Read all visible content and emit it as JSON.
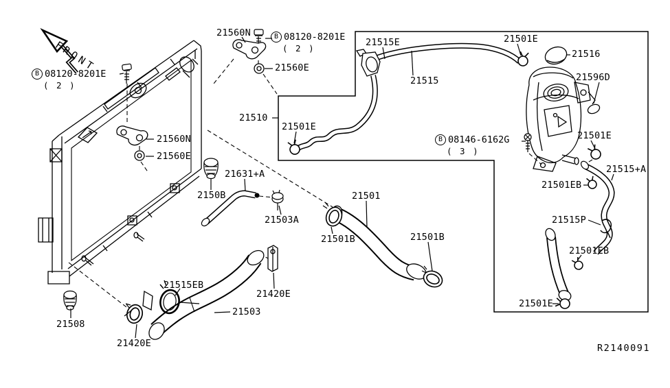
{
  "diagram": {
    "ref_code": "R2140091",
    "front_label": "FRONT",
    "bolt_labels": [
      {
        "id": "bolt-top",
        "prefix": "B",
        "text": "08120-8201E",
        "qty": "( 2 )"
      },
      {
        "id": "bolt-left",
        "prefix": "B",
        "text": "08120-8201E",
        "qty": "( 2 )"
      },
      {
        "id": "bolt-reservoir",
        "prefix": "B",
        "text": "08146-6162G",
        "qty": "( 3 )"
      }
    ],
    "part_labels": [
      {
        "id": "21560N-top",
        "text": "21560N"
      },
      {
        "id": "21560E-top",
        "text": "21560E"
      },
      {
        "id": "21560N-mid",
        "text": "21560N"
      },
      {
        "id": "21560E-mid",
        "text": "21560E"
      },
      {
        "id": "21510",
        "text": "21510"
      },
      {
        "id": "21515E",
        "text": "21515E"
      },
      {
        "id": "21515",
        "text": "21515"
      },
      {
        "id": "21501E-hose-left",
        "text": "21501E"
      },
      {
        "id": "21501E-tank-top",
        "text": "21501E"
      },
      {
        "id": "21516",
        "text": "21516"
      },
      {
        "id": "21596D",
        "text": "21596D"
      },
      {
        "id": "21501E-tank-right",
        "text": "21501E"
      },
      {
        "id": "21515-plus-A",
        "text": "21515+A"
      },
      {
        "id": "21501EB-upper",
        "text": "21501EB"
      },
      {
        "id": "21515P",
        "text": "21515P"
      },
      {
        "id": "21501EB-lower",
        "text": "21501EB"
      },
      {
        "id": "21501E-bottom",
        "text": "21501E"
      },
      {
        "id": "21501",
        "text": "21501"
      },
      {
        "id": "21501B-left",
        "text": "21501B"
      },
      {
        "id": "21501B-right",
        "text": "21501B"
      },
      {
        "id": "21631-plus-A",
        "text": "21631+A"
      },
      {
        "id": "2150B",
        "text": "2150B"
      },
      {
        "id": "21503A",
        "text": "21503A"
      },
      {
        "id": "21503",
        "text": "21503"
      },
      {
        "id": "21420E-right",
        "text": "21420E"
      },
      {
        "id": "21515EB",
        "text": "21515EB"
      },
      {
        "id": "21420E-left",
        "text": "21420E"
      },
      {
        "id": "21508",
        "text": "21508"
      }
    ]
  }
}
